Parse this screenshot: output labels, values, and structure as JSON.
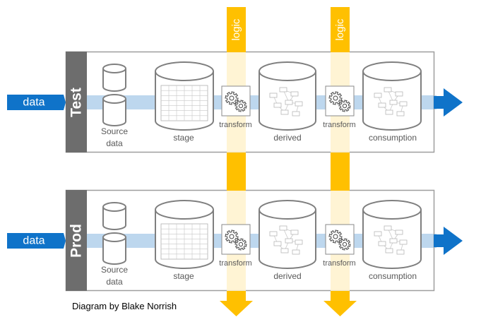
{
  "logic_label": "logic",
  "input_label": "data",
  "labels": {
    "source": [
      "Source",
      "data"
    ],
    "stage": "stage",
    "transform": "transform",
    "derived": "derived",
    "consumption": "consumption"
  },
  "environments": [
    {
      "name": "Test"
    },
    {
      "name": "Prod"
    }
  ],
  "caption": "Diagram by Blake Norrish",
  "colors": {
    "flow": "#0f73c9",
    "flow_band": "#bdd7ee",
    "logic": "#ffc000",
    "logic_pale": "#fff2cc",
    "env_tab": "#6d6d6d",
    "box_border": "#9e9e9e",
    "db_stroke": "#7f7f7f",
    "text": "#595959"
  }
}
